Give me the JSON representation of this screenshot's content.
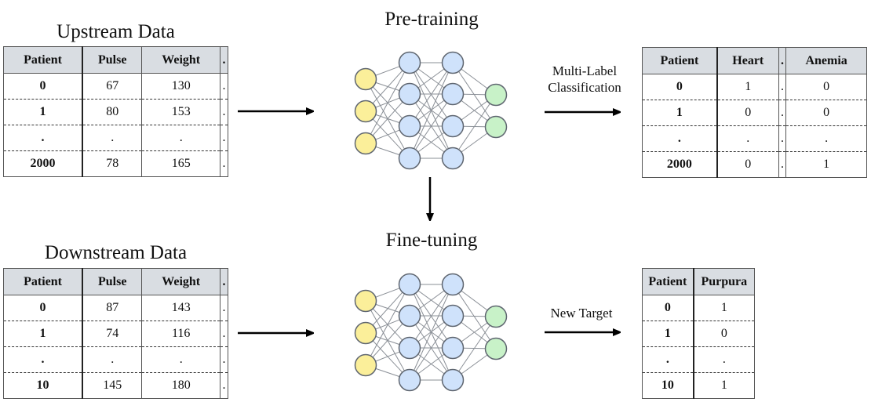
{
  "titles": {
    "upstream": "Upstream Data",
    "downstream": "Downstream Data",
    "pretraining": "Pre-training",
    "finetuning": "Fine-tuning"
  },
  "arrow_labels": {
    "multilabel_line1": "Multi-Label",
    "multilabel_line2": "Classification",
    "new_target": "New Target"
  },
  "colors": {
    "input_node": "#fbef9a",
    "hidden_node": "#cfe2fb",
    "output_node": "#c8f2c8",
    "header_bg": "#d9dde2"
  },
  "tables": {
    "upstream": {
      "headers": [
        "Patient",
        "Pulse",
        "Weight",
        "."
      ],
      "rows": [
        [
          "0",
          "67",
          "130",
          "."
        ],
        [
          "1",
          "80",
          "153",
          "."
        ],
        [
          ".",
          ".",
          ".",
          "."
        ],
        [
          "2000",
          "78",
          "165",
          "."
        ]
      ]
    },
    "upstream_labels": {
      "headers": [
        "Patient",
        "Heart",
        ".",
        "Anemia"
      ],
      "rows": [
        [
          "0",
          "1",
          ".",
          "0"
        ],
        [
          "1",
          "0",
          ".",
          "0"
        ],
        [
          ".",
          ".",
          ".",
          "."
        ],
        [
          "2000",
          "0",
          ".",
          "1"
        ]
      ]
    },
    "downstream": {
      "headers": [
        "Patient",
        "Pulse",
        "Weight",
        "."
      ],
      "rows": [
        [
          "0",
          "87",
          "143",
          "."
        ],
        [
          "1",
          "74",
          "116",
          "."
        ],
        [
          ".",
          ".",
          ".",
          "."
        ],
        [
          "10",
          "145",
          "180",
          "."
        ]
      ]
    },
    "downstream_labels": {
      "headers": [
        "Patient",
        "Purpura"
      ],
      "rows": [
        [
          "0",
          "1"
        ],
        [
          "1",
          "0"
        ],
        [
          ".",
          "."
        ],
        [
          "10",
          "1"
        ]
      ]
    }
  },
  "network": {
    "layers": [
      3,
      4,
      4,
      2
    ]
  }
}
